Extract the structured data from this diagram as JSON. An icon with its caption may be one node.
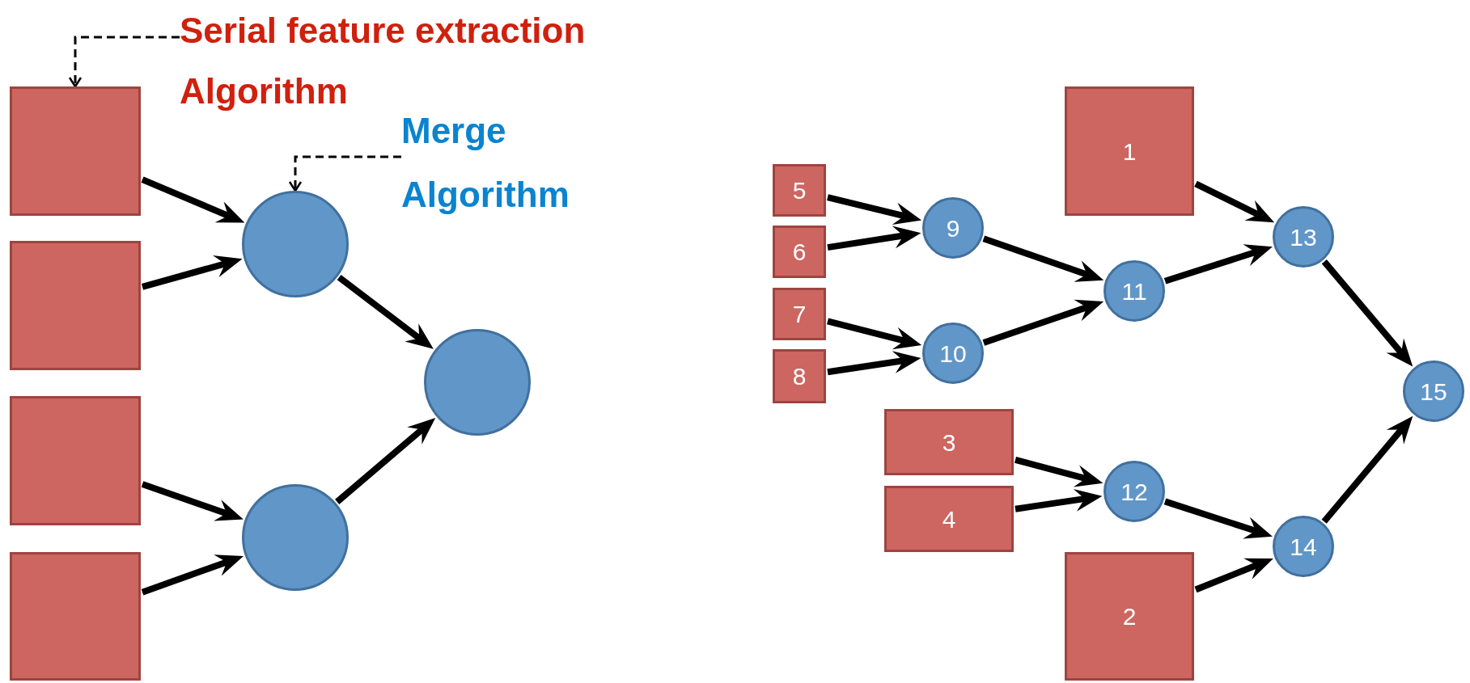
{
  "diagram": {
    "nodes": [
      {
        "text": [
          "Serial feature extraction Algorithm"
        ]
      },
      {
        "text": [],
        "shape": "box"
      },
      {
        "text": [
          "Merge Algorithm"
        ]
      },
      {
        "text": [],
        "shape": "circle"
      },
      {
        "text": [],
        "shape": "box"
      },
      {
        "text": [],
        "shape": "box"
      },
      {
        "text": [],
        "shape": "circle"
      },
      {
        "text": [],
        "shape": "box"
      },
      {
        "text": [],
        "shape": "circle"
      },
      {
        "text": [
          "1"
        ]
      },
      {
        "text": [
          "2"
        ]
      },
      {
        "text": [
          "3"
        ]
      },
      {
        "text": [
          "4"
        ]
      },
      {
        "text": [
          "5"
        ]
      },
      {
        "text": [
          "6"
        ]
      },
      {
        "text": [
          "7"
        ]
      },
      {
        "text": [
          "8"
        ]
      },
      {
        "text": [
          "9"
        ]
      },
      {
        "text": [
          "10"
        ]
      },
      {
        "text": [
          "11"
        ]
      },
      {
        "text": [
          "12"
        ]
      },
      {
        "text": [
          "13"
        ]
      },
      {
        "text": [
          "14"
        ]
      },
      {
        "text": [
          "15"
        ]
      }
    ],
    "edges": [
      {
        "from": 0,
        "to": 1,
        "arrow": "to",
        "style": "dashed"
      },
      {
        "from": 2,
        "to": 3,
        "arrow": "to",
        "style": "dashed"
      },
      {
        "from": 1,
        "to": 3,
        "arrow": "to"
      },
      {
        "from": 4,
        "to": 3,
        "arrow": "to"
      },
      {
        "from": 5,
        "to": 6,
        "arrow": "to"
      },
      {
        "from": 7,
        "to": 6,
        "arrow": "to"
      },
      {
        "from": 3,
        "to": 8,
        "arrow": "to"
      },
      {
        "from": 6,
        "to": 8,
        "arrow": "to"
      },
      {
        "from": 13,
        "to": 17,
        "arrow": "to"
      },
      {
        "from": 14,
        "to": 17,
        "arrow": "to"
      },
      {
        "from": 15,
        "to": 18,
        "arrow": "to"
      },
      {
        "from": 16,
        "to": 18,
        "arrow": "to"
      },
      {
        "from": 17,
        "to": 19,
        "arrow": "to"
      },
      {
        "from": 18,
        "to": 19,
        "arrow": "to"
      },
      {
        "from": 19,
        "to": 21,
        "arrow": "to"
      },
      {
        "from": 9,
        "to": 21,
        "arrow": "to"
      },
      {
        "from": 11,
        "to": 20,
        "arrow": "to"
      },
      {
        "from": 12,
        "to": 20,
        "arrow": "to"
      },
      {
        "from": 20,
        "to": 22,
        "arrow": "to"
      },
      {
        "from": 10,
        "to": 22,
        "arrow": "to"
      },
      {
        "from": 21,
        "to": 23,
        "arrow": "to"
      },
      {
        "from": 22,
        "to": 23,
        "arrow": "to"
      }
    ]
  }
}
